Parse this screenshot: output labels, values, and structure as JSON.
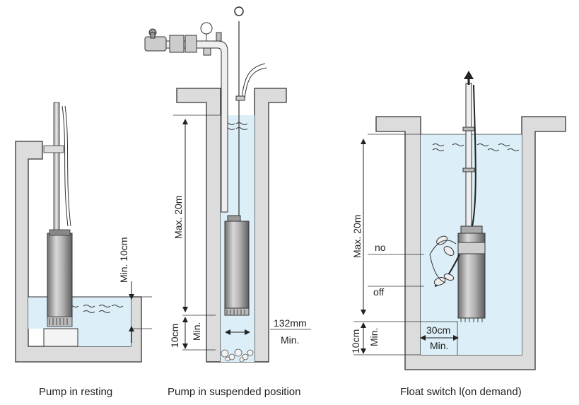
{
  "captions": {
    "resting": "Pump in resting",
    "suspended": "Pump in suspended position",
    "float": "Float switch l(on demand)"
  },
  "dimensions": {
    "resting_min": "Min. 10cm",
    "suspended_max": "Max. 20m",
    "suspended_bottom": "10cm",
    "suspended_bottom_min": "Min.",
    "suspended_width": "132mm",
    "suspended_width_min": "Min.",
    "float_max": "Max. 20m",
    "float_bottom": "10cm",
    "float_bottom_min": "Min.",
    "float_side": "30cm",
    "float_side_min": "Min.",
    "float_on": "no",
    "float_off": "off"
  },
  "colors": {
    "water": "#dceef7",
    "wall": "#dcdcdc",
    "outline": "#333333"
  }
}
